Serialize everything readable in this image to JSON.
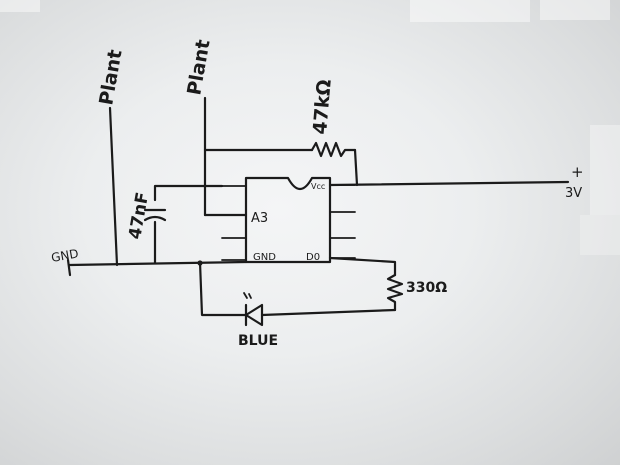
{
  "labels": {
    "plant_left": "Plant",
    "plant_right": "Plant",
    "resistor_top": "47kΩ",
    "capacitor": "47nF",
    "vcc_pin": "Vcc",
    "a3_pin": "A3",
    "gnd_pin": "GND",
    "d0_pin": "D0",
    "resistor_right": "330Ω",
    "plus_sign": "+",
    "supply": "3V",
    "ground": "GND",
    "led": "BLUE"
  }
}
